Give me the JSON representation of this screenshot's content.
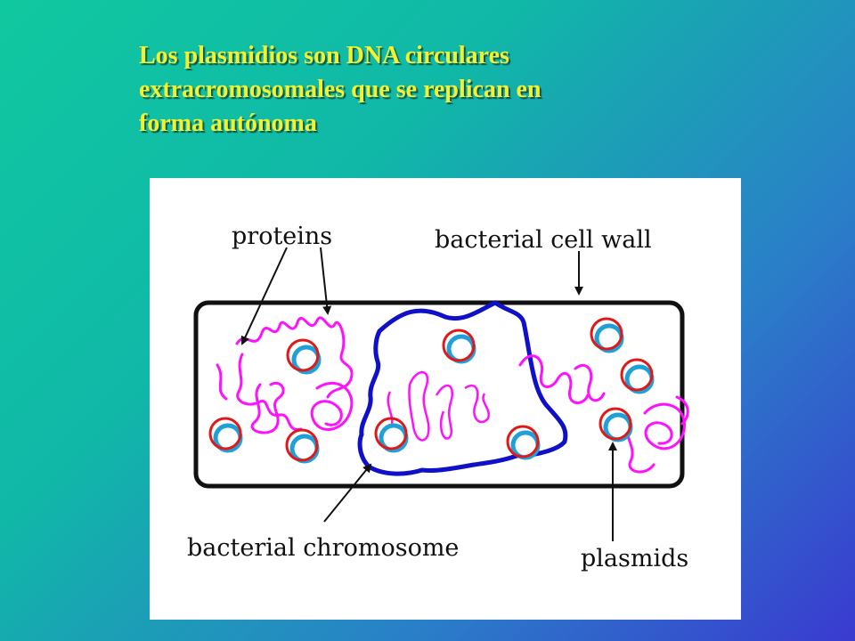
{
  "slide": {
    "title_lines": [
      "Los plasmidios son DNA circulares",
      "extracromosomales que se replican en",
      "forma autónoma"
    ]
  },
  "diagram": {
    "labels": {
      "proteins": "proteins",
      "cell_wall": "bacterial cell wall",
      "chromosome": "bacterial chromosome",
      "plasmids": "plasmids"
    }
  },
  "colors": {
    "title": "#f2f230",
    "cell_wall": "#111111",
    "chromosome": "#1010c8",
    "proteins": "#ff10ff",
    "plasmid_inner": "#20a0d8",
    "plasmid_ring": "#e01818"
  }
}
